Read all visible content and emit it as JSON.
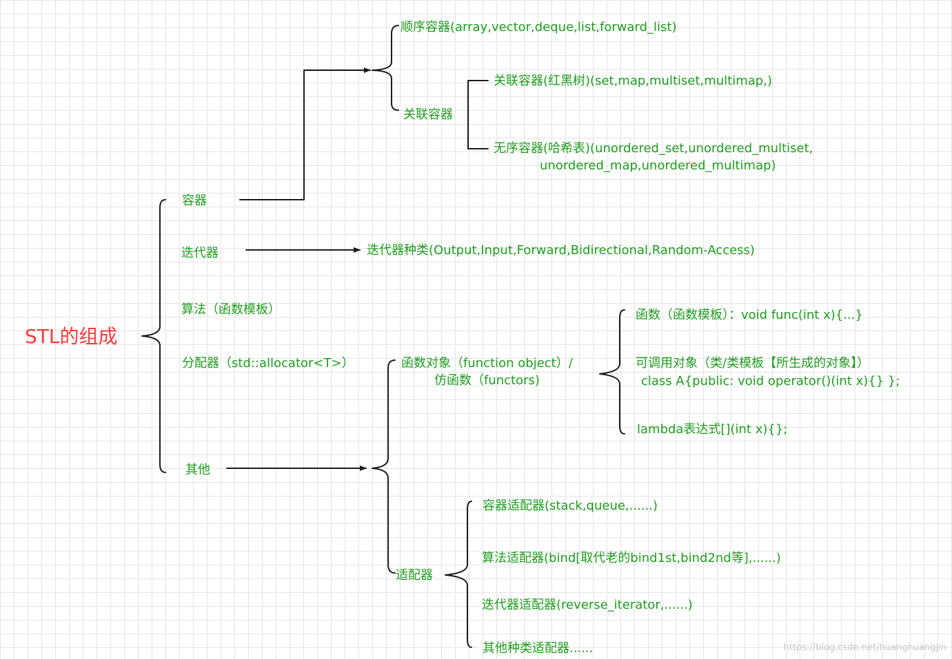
{
  "diagram": {
    "root": "STL的组成",
    "level1": {
      "containers": "容器",
      "iterators": "迭代器",
      "algorithms": "算法（函数模板）",
      "allocator": "分配器（std::allocator<T>）",
      "others": "其他"
    },
    "containers_branch": {
      "sequence": "顺序容器(array,vector,deque,list,forward_list)",
      "associative": "关联容器",
      "associative_red_black": "关联容器(红黑树)(set,map,multiset,multimap,)",
      "unordered_line1": "无序容器(哈希表)(unordered_set,unordered_multiset,",
      "unordered_line2": "unordered_map,unordered_multimap)"
    },
    "iterators_branch": {
      "kinds": "迭代器种类(Output,Input,Forward,Bidirectional,Random-Access)"
    },
    "others_branch": {
      "function_object_line1": "函数对象（function object）/",
      "function_object_line2": "仿函数（functors)",
      "function_template": "函数（函数模板）：void func(int x){...}",
      "callable_line1": "可调用对象（类/类模板【所生成的对象】）",
      "callable_line2": "class A{public: void operator()(int x){} };",
      "lambda": "lambda表达式[](int x){};",
      "adapters": "适配器",
      "container_adapters": "容器适配器(stack,queue,......)",
      "algorithm_adapters": "算法适配器(bind[取代老的bind1st,bind2nd等],......)",
      "iterator_adapters": "迭代器适配器(reverse_iterator,......)",
      "other_adapters": "其他种类适配器......"
    },
    "watermark": "https://blog.csdn.net/huanghuangjin",
    "colors": {
      "node_text": "#1f9c1f",
      "root_text": "#ff3b3b",
      "connector": "#1a1a1a",
      "grid": "#e3e3e3",
      "watermark": "#c7c7c7"
    }
  }
}
